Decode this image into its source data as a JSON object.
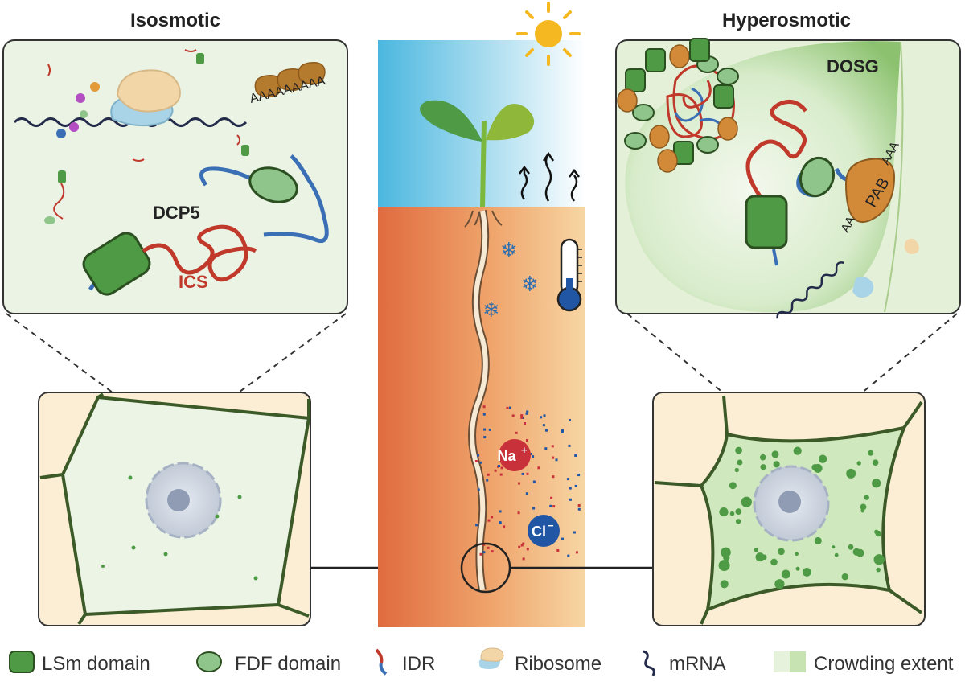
{
  "panels": {
    "left_title": "Isosmotic",
    "right_title": "Hyperosmotic"
  },
  "labels": {
    "dcp5": "DCP5",
    "ics": "ICS",
    "dosg": "DOSG",
    "pab": "PAB",
    "polyA_left": "AAAAAAAAA",
    "polyA_right_top": "AAA",
    "polyA_right_bottom": "AA",
    "na": "Na",
    "na_sup": "+",
    "cl": "Cl",
    "cl_sup": "−"
  },
  "legend": [
    {
      "icon": "lsm-domain-icon",
      "label": "LSm domain"
    },
    {
      "icon": "fdf-domain-icon",
      "label": "FDF domain"
    },
    {
      "icon": "idr-icon",
      "label": "IDR"
    },
    {
      "icon": "ribosome-icon",
      "label": "Ribosome"
    },
    {
      "icon": "mrna-icon",
      "label": "mRNA"
    },
    {
      "icon": "crowding-extent-icon",
      "label": "Crowding extent"
    }
  ],
  "colors": {
    "lsm": "#4e9a45",
    "fdf": "#8fc48a",
    "idr_red": "#c0392b",
    "idr_blue": "#3a6fb5",
    "ribosome": "#f2d6a8",
    "ribosome_blue": "#a9d3e6",
    "pab": "#d38a38",
    "sodium": "#c8313a",
    "chloride": "#2156a5",
    "cell_wall": "#3c5a28",
    "cell_fill_left": "#ebf4e5",
    "cell_fill_right": "#cfe8bd",
    "soil_dark": "#e07044",
    "soil_light": "#f6d3a2",
    "sky": "#56bde0",
    "sun": "#f5b820"
  }
}
